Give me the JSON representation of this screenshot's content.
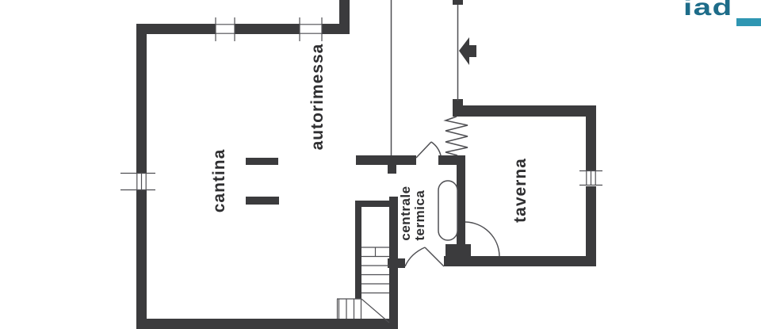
{
  "logo": {
    "text": "iad"
  },
  "rooms": {
    "autorimessa": "autorimessa",
    "cantina": "cantina",
    "taverna": "taverna",
    "centrale_termica_line1": "centrale",
    "centrale_termica_line2": "termica"
  },
  "colors": {
    "wall": "#3b3b3d",
    "line": "#4f4f53",
    "label": "#2f2f31",
    "logo": "#1d6c89",
    "logo_bar": "#2f96b2"
  }
}
